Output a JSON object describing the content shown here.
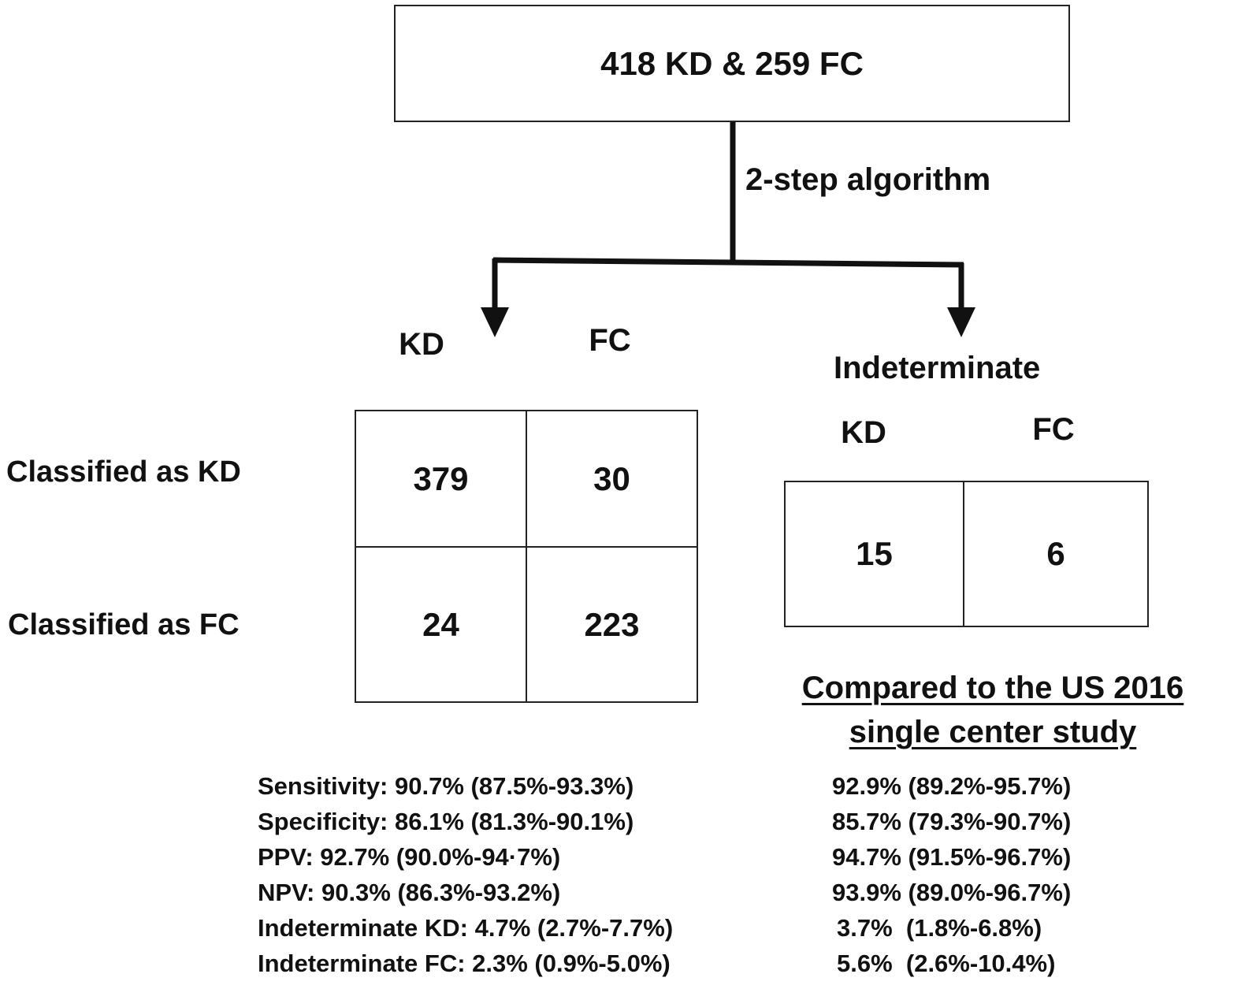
{
  "top_box": {
    "label": "418 KD & 259 FC"
  },
  "algorithm_label": "2-step algorithm",
  "classified": {
    "col_headers": [
      "KD",
      "FC"
    ],
    "row_labels": [
      "Classified as KD",
      "Classified as FC"
    ],
    "cells": [
      [
        "379",
        "30"
      ],
      [
        "24",
        "223"
      ]
    ]
  },
  "indeterminate": {
    "title": "Indeterminate",
    "col_headers": [
      "KD",
      "FC"
    ],
    "cells": [
      "15",
      "6"
    ]
  },
  "stats": {
    "left": [
      "Sensitivity: 90.7% (87.5%-93.3%)",
      "Specificity: 86.1% (81.3%-90.1%)",
      "PPV: 92.7% (90.0%-94·7%)",
      "NPV: 90.3% (86.3%-93.2%)",
      "Indeterminate KD: 4.7% (2.7%-7.7%)",
      "Indeterminate FC: 2.3% (0.9%-5.0%)"
    ],
    "compare_title_line1": "Compared to the US 2016",
    "compare_title_line2": "single center study",
    "right": [
      "92.9% (89.2%-95.7%)",
      "85.7% (79.3%-90.7%)",
      "94.7% (91.5%-96.7%)",
      "93.9% (89.0%-96.7%)",
      "3.7%  (1.8%-6.8%)",
      "5.6%  (2.6%-10.4%)"
    ]
  }
}
